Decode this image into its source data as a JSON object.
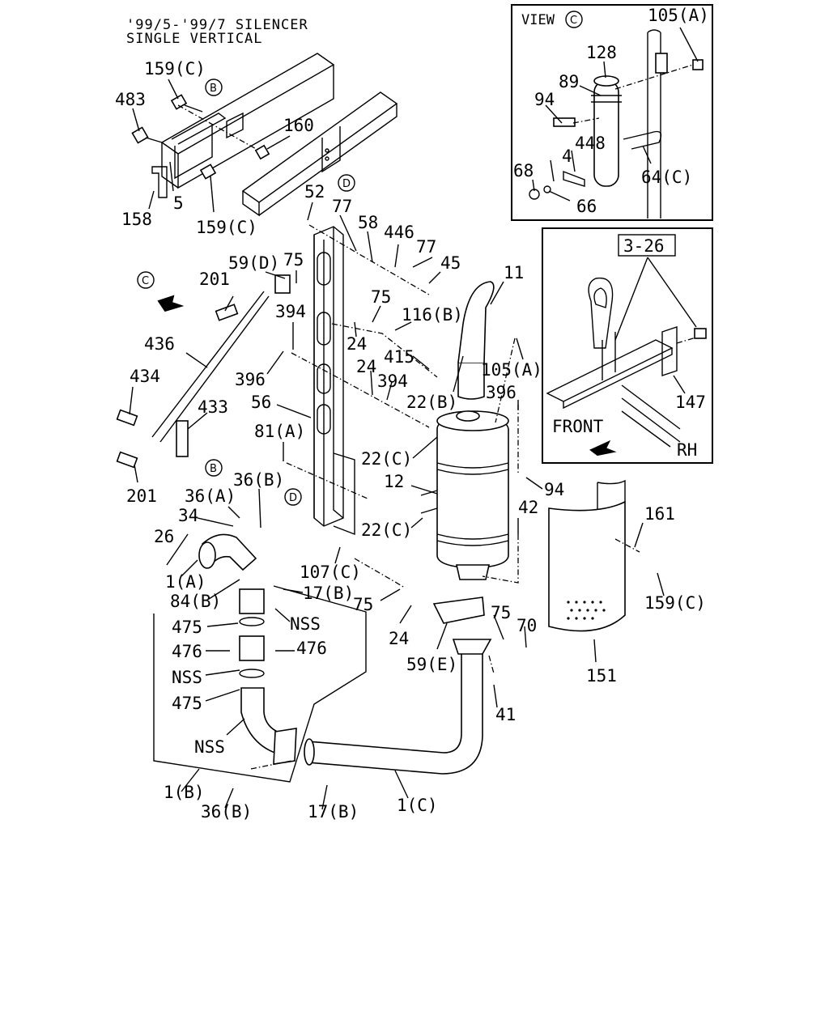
{
  "header": {
    "line1": "'99/5-'99/7 SILENCER",
    "line2": "SINGLE VERTICAL"
  },
  "view_panel": {
    "title": "VIEW",
    "marker": "C"
  },
  "ref_panel": {
    "ref": "3-26",
    "front": "FRONT",
    "side": "RH"
  },
  "markers": {
    "b": "B",
    "c": "C",
    "d": "D"
  },
  "parts": [
    "159(C)",
    "483",
    "160",
    "5",
    "158",
    "159(C)",
    "52",
    "77",
    "58",
    "446",
    "77",
    "45",
    "75",
    "116(B)",
    "59(D)",
    "75",
    "201",
    "394",
    "24",
    "415",
    "396",
    "24",
    "394",
    "436",
    "434",
    "433",
    "56",
    "201",
    "81(A)",
    "36(B)",
    "36(A)",
    "34",
    "26",
    "1(A)",
    "84(B)",
    "107(C)",
    "17(B)",
    "NSS",
    "475",
    "476",
    "476",
    "NSS",
    "475",
    "NSS",
    "1(B)",
    "36(B)",
    "17(B)",
    "1(C)",
    "75",
    "24",
    "75",
    "70",
    "59(E)",
    "41",
    "11",
    "105(A)",
    "22(B)",
    "396",
    "22(C)",
    "12",
    "94",
    "42",
    "22(C)",
    "161",
    "159(C)",
    "151",
    "105(A)",
    "128",
    "89",
    "94",
    "448",
    "4",
    "68",
    "66",
    "64(C)",
    "147"
  ]
}
